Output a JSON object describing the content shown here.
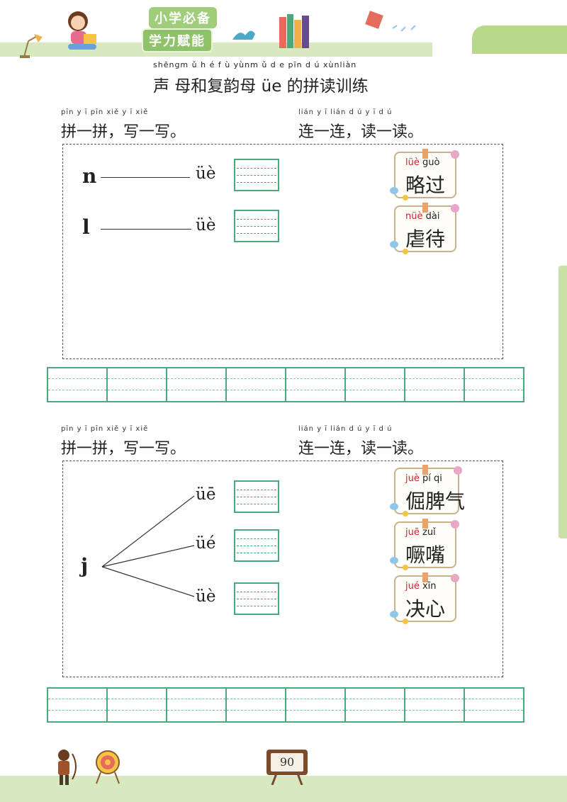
{
  "brand": {
    "line1": "小学必备",
    "line2": "学力赋能"
  },
  "title": {
    "pinyin": "shēngm ǔ h é f ù yùnm ǔ        d e pīn d ú xùnliàn",
    "text": "声  母和复韵母  üe  的拼读训练"
  },
  "sections": [
    {
      "left_pinyin": "pīn y ī pīn    xiě y ī xiě",
      "left_text": "拼一拼，写一写。",
      "right_pinyin": "lián y ī lián    d ú y ī d ú",
      "right_text": "连一连，读一读。",
      "rows": [
        {
          "initial": "n",
          "final": "üè"
        },
        {
          "initial": "l",
          "final": "üè"
        }
      ],
      "cards": [
        {
          "py_red": "lüè",
          "py_rest": " guò",
          "hz": "略过"
        },
        {
          "py_red": "nüè",
          "py_rest": " dài",
          "hz": "虐待"
        }
      ]
    },
    {
      "left_pinyin": "pīn y ī pīn    xiě y ī xiě",
      "left_text": "拼一拼，写一写。",
      "right_pinyin": "lián y ī lián    d ú y ī d ú",
      "right_text": "连一连，读一读。",
      "initial": "j",
      "finals": [
        "üē",
        "üé",
        "üè"
      ],
      "cards": [
        {
          "py_red": "juè",
          "py_rest": " pí  qi",
          "hz": "倔脾气"
        },
        {
          "py_red": "juē",
          "py_rest": " zuǐ",
          "hz": "噘嘴"
        },
        {
          "py_red": "jué",
          "py_rest": " xīn",
          "hz": "决心"
        }
      ]
    }
  ],
  "page_number": "90"
}
